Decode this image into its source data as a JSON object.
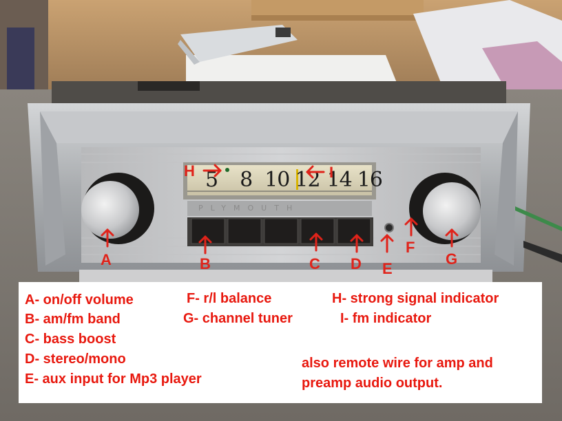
{
  "photo": {
    "dial_numbers": [
      "5",
      "8",
      "10",
      "12",
      "14",
      "16"
    ],
    "brand": "PLYMOUTH"
  },
  "markers": [
    {
      "id": "A",
      "letter": "A"
    },
    {
      "id": "B",
      "letter": "B"
    },
    {
      "id": "C",
      "letter": "C"
    },
    {
      "id": "D",
      "letter": "D"
    },
    {
      "id": "E",
      "letter": "E"
    },
    {
      "id": "F",
      "letter": "F"
    },
    {
      "id": "G",
      "letter": "G"
    },
    {
      "id": "H",
      "letter": "H"
    },
    {
      "id": "I",
      "letter": "I"
    }
  ],
  "legend": {
    "a": "A- on/off volume",
    "b": "B- am/fm band",
    "c": "C- bass boost",
    "d": "D- stereo/mono",
    "e": "E- aux input for Mp3 player",
    "f": "F- r/l balance",
    "g": "G- channel tuner",
    "h": "H- strong signal indicator",
    "i": "I- fm indicator",
    "note1": "also remote wire for amp and",
    "note2": "preamp audio output."
  },
  "colors": {
    "annotation": "#e0231a",
    "legend_bg": "#ffffff",
    "radio_chrome": "#b9bcc0",
    "countertop": "#7d7872"
  }
}
